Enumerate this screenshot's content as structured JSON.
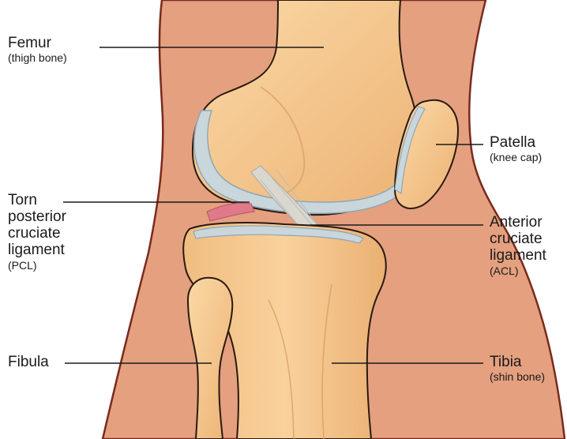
{
  "labels": {
    "femur": {
      "main": "Femur",
      "sub": "(thigh bone)"
    },
    "patella": {
      "main": "Patella",
      "sub": "(knee cap)"
    },
    "pcl": {
      "main": "Torn\nposterior\ncruciate\nligament",
      "sub": "(PCL)"
    },
    "acl": {
      "main": "Anterior\ncruciate\nligament",
      "sub": "(ACL)"
    },
    "fibula": {
      "main": "Fibula"
    },
    "tibia": {
      "main": "Tibia",
      "sub": "(shin bone)"
    }
  },
  "colors": {
    "skin": "#e4a07f",
    "skin_outline": "#7a2a1e",
    "bone": "#f6c98e",
    "bone_shadow": "#e2a568",
    "cartilage": "#c9d6dc",
    "cartilage_edge": "#8fa6b2",
    "ligament": "#d8d8d0",
    "torn_ligament": "#e07a8a",
    "leader_line": "#1a1a1a"
  }
}
